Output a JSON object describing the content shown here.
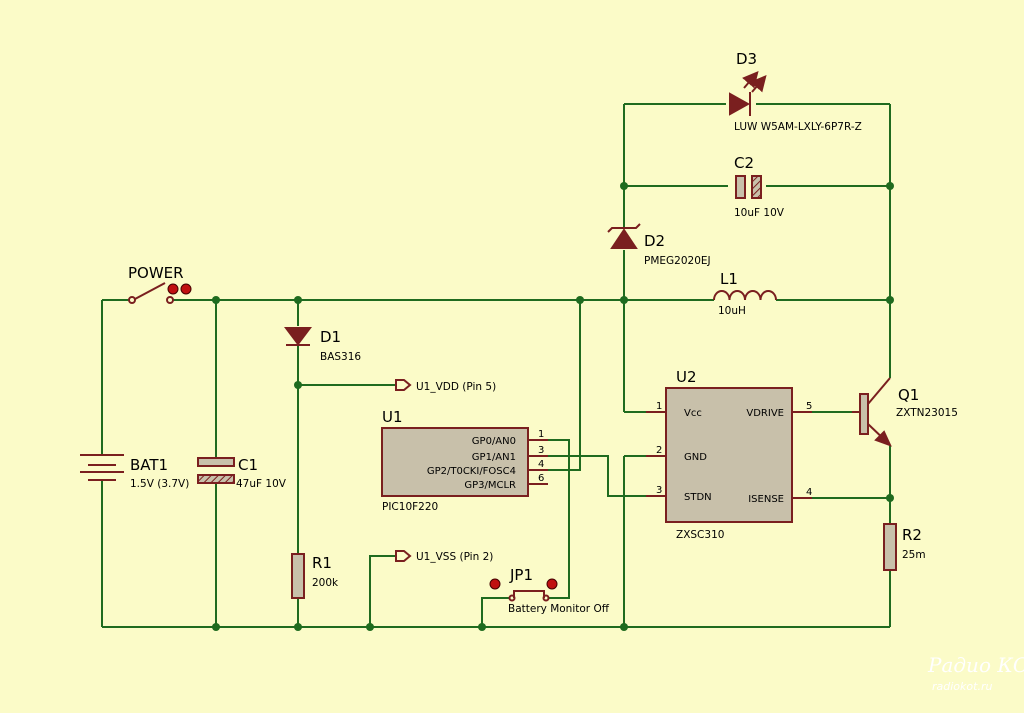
{
  "components": {
    "power": {
      "ref": "POWER"
    },
    "bat1": {
      "ref": "BAT1",
      "value": "1.5V (3.7V)"
    },
    "c1": {
      "ref": "C1",
      "value": "47uF 10V"
    },
    "d1": {
      "ref": "D1",
      "value": "BAS316"
    },
    "r1": {
      "ref": "R1",
      "value": "200k"
    },
    "u1": {
      "ref": "U1",
      "value": "PIC10F220",
      "pins": [
        {
          "name": "GP0/AN0",
          "num": "1"
        },
        {
          "name": "GP1/AN1",
          "num": "3"
        },
        {
          "name": "GP2/T0CKI/FOSC4",
          "num": "4"
        },
        {
          "name": "GP3/MCLR",
          "num": "6"
        }
      ]
    },
    "jp1": {
      "ref": "JP1",
      "value": "Battery Monitor Off"
    },
    "d3": {
      "ref": "D3",
      "value": "LUW W5AM-LXLY-6P7R-Z"
    },
    "c2": {
      "ref": "C2",
      "value": "10uF 10V"
    },
    "d2": {
      "ref": "D2",
      "value": "PMEG2020EJ"
    },
    "l1": {
      "ref": "L1",
      "value": "10uH"
    },
    "u2": {
      "ref": "U2",
      "value": "ZXSC310",
      "pins": [
        {
          "name": "Vcc",
          "num": "1"
        },
        {
          "name": "GND",
          "num": "2"
        },
        {
          "name": "STDN",
          "num": "3"
        },
        {
          "name": "VDRIVE",
          "num": "5"
        },
        {
          "name": "ISENSE",
          "num": "4"
        }
      ]
    },
    "q1": {
      "ref": "Q1",
      "value": "ZXTN23015"
    },
    "r2": {
      "ref": "R2",
      "value": "25m"
    }
  },
  "net_labels": {
    "vdd": "U1_VDD (Pin 5)",
    "vss": "U1_VSS (Pin 2)"
  },
  "watermark": {
    "line1": "Радио КОТ",
    "line2": "radiokot.ru"
  },
  "colors": {
    "background": "#fbfbc8",
    "wire": "#1f6b1f",
    "part": "#7a1f1f",
    "body": "#c8c0aa"
  }
}
